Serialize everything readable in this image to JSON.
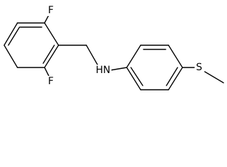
{
  "molecule": {
    "atoms": {
      "fluorine_top": "F",
      "fluorine_bottom": "F",
      "nitrogen": "HN",
      "sulfur": "S"
    }
  },
  "colors": {
    "background": "#ffffff",
    "bond": "#000000",
    "label": "#000000"
  }
}
